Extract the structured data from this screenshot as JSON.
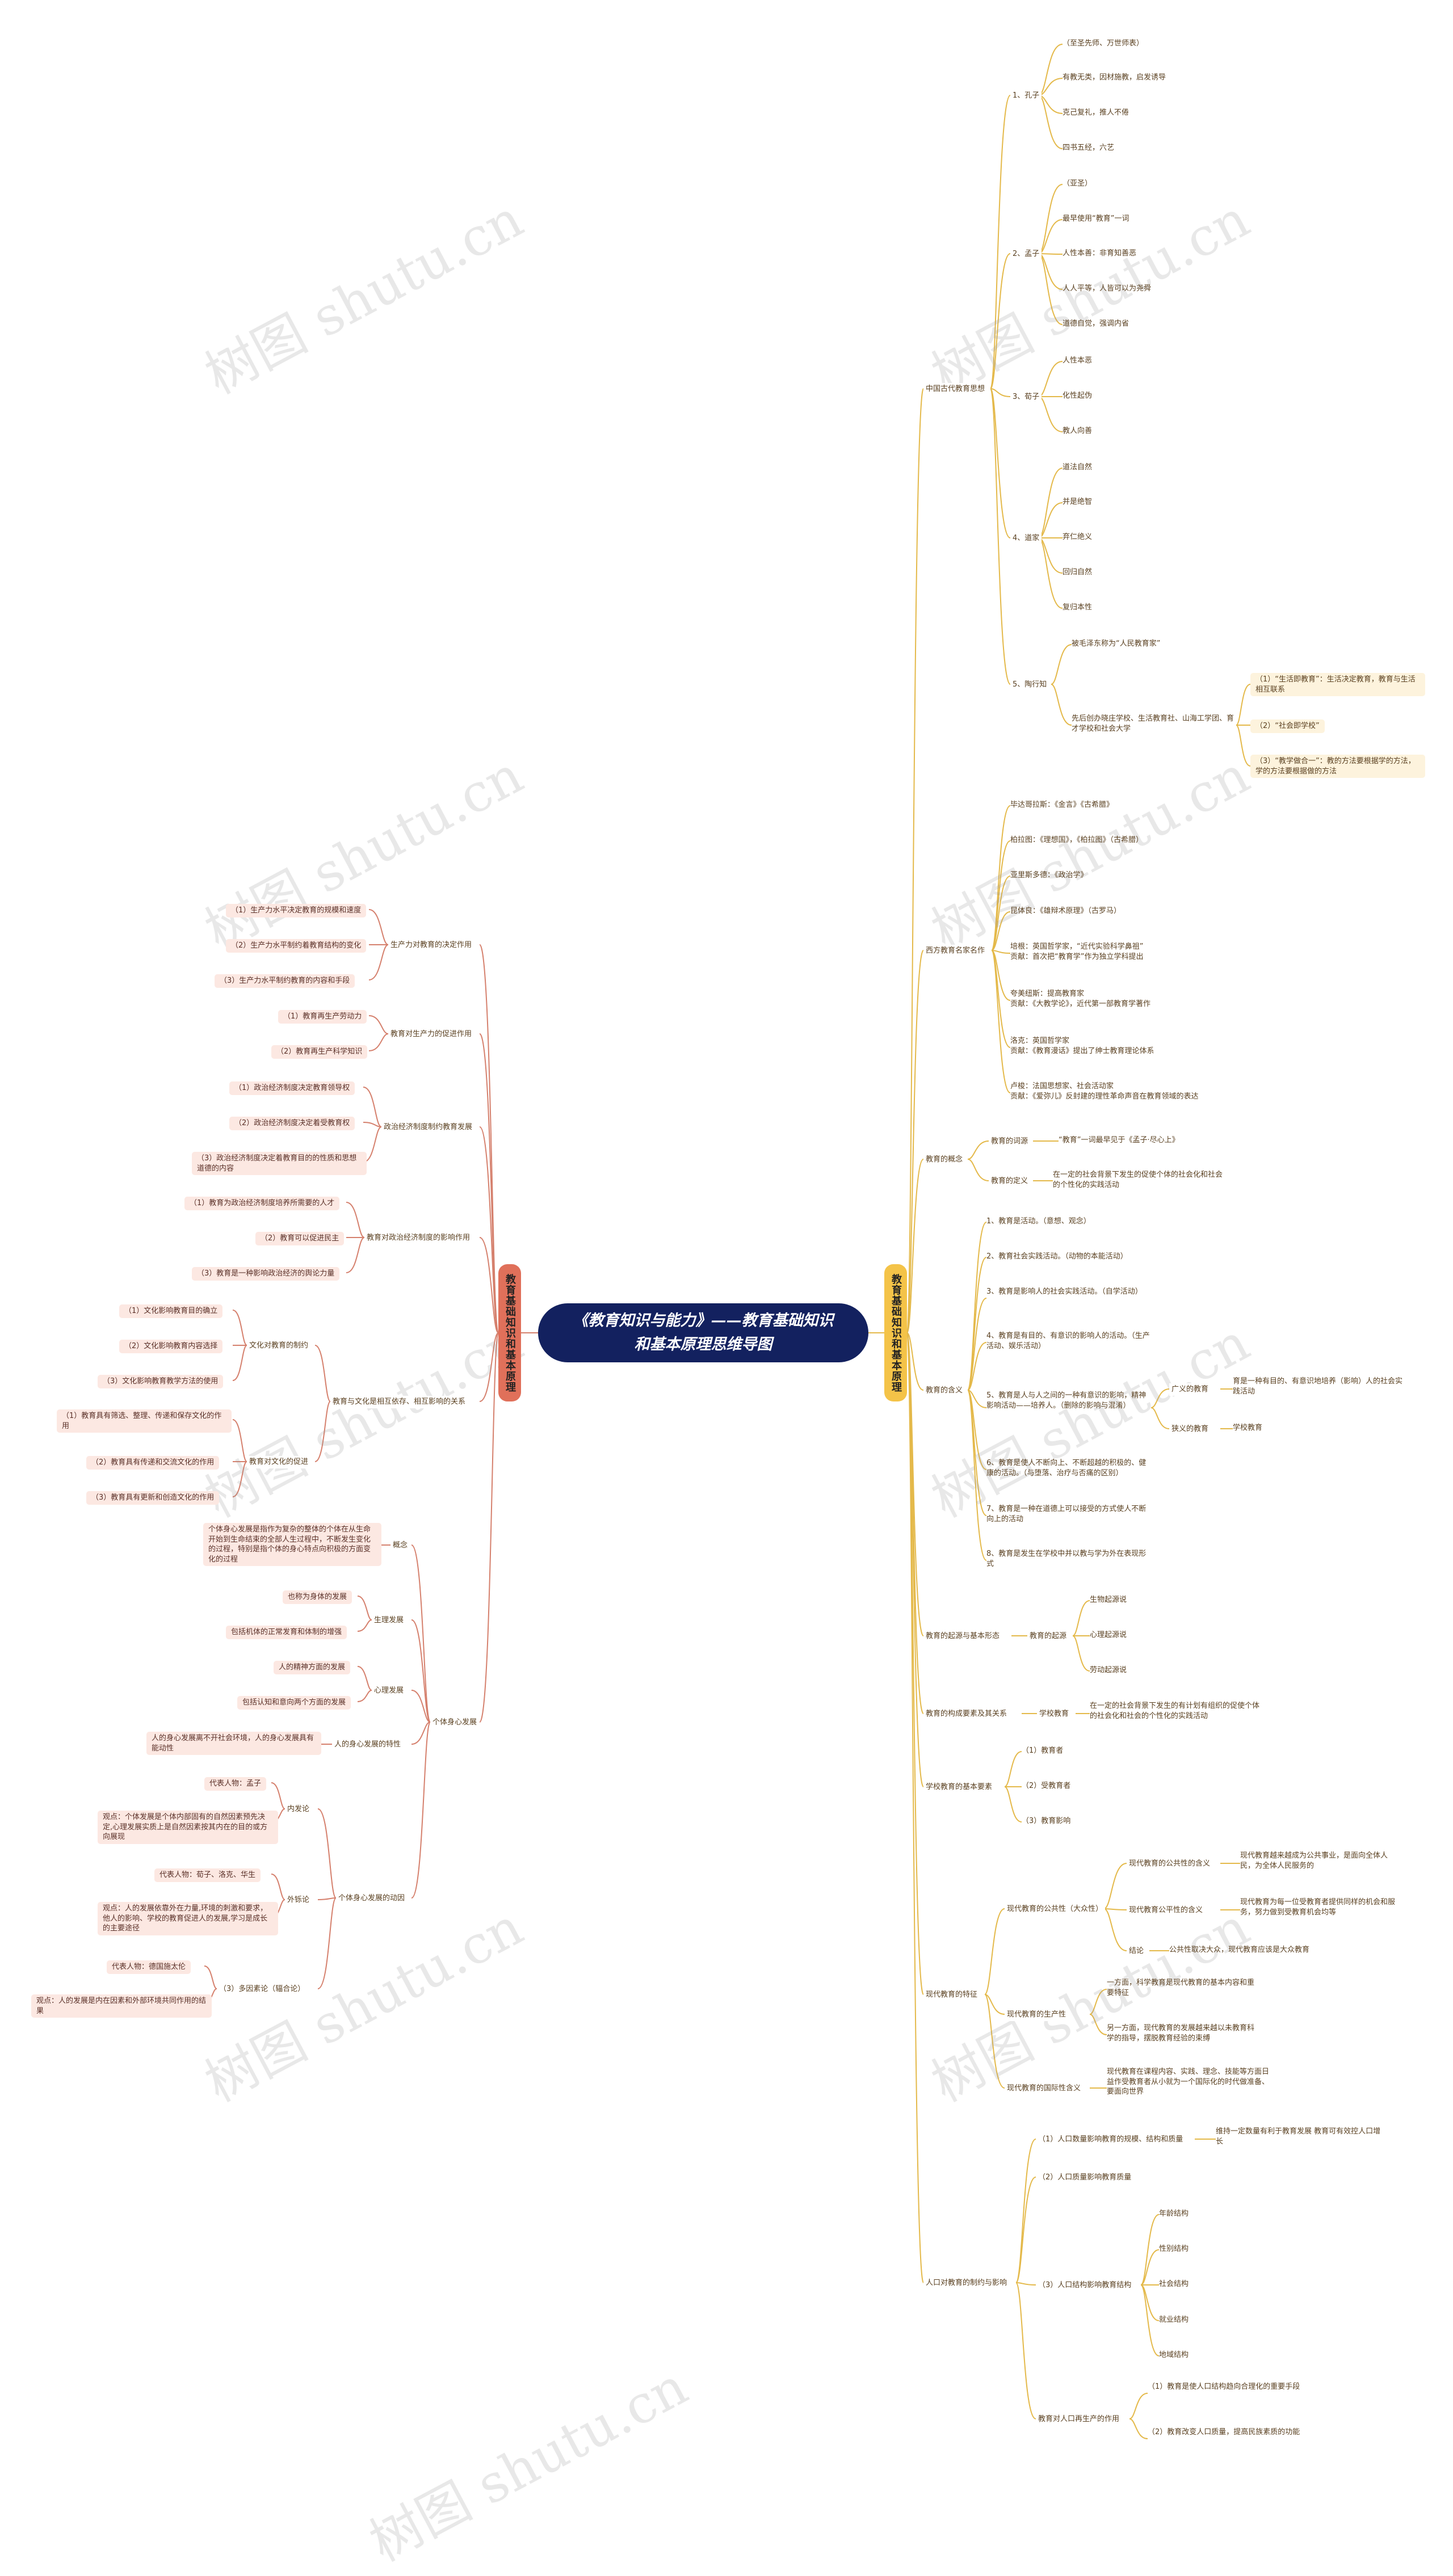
{
  "title": "《教育知识与能力》——教育基础知识和基本原理思维导图",
  "watermark": "树图 shutu.cn",
  "colors": {
    "root": "#13215f",
    "right_branch": "#e4b94a",
    "left_branch": "#d5806d",
    "right_node_bg": "#fdf3dd",
    "left_node_bg": "#fce8e2"
  },
  "branches": {
    "right": {
      "label": "教育基础知识和基本原理",
      "sections": {
        "s1": {
          "label": "中国古代教育思想",
          "kongzi": {
            "label": "1、孔子",
            "items": [
              "（至圣先师、万世师表）",
              "有教无类，因材施教，启发诱导",
              "克己复礼，推人不倦",
              "四书五经，六艺"
            ]
          },
          "mengzi": {
            "label": "2、孟子",
            "items": [
              "（亚圣）",
              "最早使用“教育”一词",
              "人性本善：非育知善恶",
              "人人平等，人皆可以为尧舜",
              "道德自觉，强调内省"
            ]
          },
          "xunzi": {
            "label": "3、荀子",
            "items": [
              "人性本恶",
              "化性起伪",
              "教人向善"
            ]
          },
          "daojia": {
            "label": "4、道家",
            "items": [
              "道法自然",
              "并是绝智",
              "弃仁绝义",
              "回归自然",
              "复归本性"
            ]
          },
          "tao": {
            "label": "5、陶行知",
            "item1": "被毛泽东称为“人民教育家”",
            "item2": "先后创办晓庄学校、生活教育社、山海工学团、育才学校和社会大学",
            "subs": [
              "（1）“生活即教育”：生活决定教育，教育与生活相互联系",
              "（2）“社会即学校”",
              "（3）“教学做合一”：教的方法要根据学的方法，学的方法要根据做的方法"
            ]
          }
        },
        "s2": {
          "label": "西方教育名家名作",
          "items": [
            "毕达哥拉斯：《金言》《古希腊》",
            "柏拉图：《理想国》，《柏拉图》（古希腊）",
            "亚里斯多德：《政治学》",
            "昆体良：《雄辩术原理》（古罗马）",
            "培根：英国哲学家，“近代实验科学鼻祖”\n贡献：首次把“教育学”作为独立学科提出",
            "夸美纽斯：提高教育家\n贡献：《大教学论》，近代第一部教育学著作",
            "洛克：英国哲学家\n贡献：《教育漫话》提出了绅士教育理论体系",
            "卢梭：法国思想家、社会活动家\n贡献：《爱弥儿》反封建的理性革命声音在教育领域的表达"
          ]
        },
        "s3": {
          "label": "教育的概念",
          "word": {
            "label": "教育的词源",
            "item": "“教育”一词最早见于《孟子·尽心上》"
          },
          "def": {
            "label": "教育的定义",
            "item": "在一定的社会背景下发生的促使个体的社会化和社会的个性化的实践活动"
          }
        },
        "s4": {
          "label": "教育的含义",
          "items": [
            "1、教育是活动。（意想、观念）",
            "2、教育社会实践活动。（动物的本能活动）",
            "3、教育是影响人的社会实践活动。（自学活动）",
            "4、教育是有目的、有意识的影响人的活动。（生产活动、娱乐活动）",
            "5、教育是人与人之间的一种有意识的影响，精神影响活动——培养人。（删除的影响与混淆）",
            "6、教育是使人不断向上、不断超越的积极的、健康的活动。（与堕落、治疗与否痛的区别）",
            "7、教育是一种在道德上可以接受的方式使人不断向上的活动",
            "8、教育是发生在学校中并以教与学为外在表现形式"
          ],
          "guangyi": {
            "label": "广义的教育",
            "item": "育是一种有目的、有意识地培养（影响）人的社会实践活动"
          },
          "xiayi": {
            "label": "狭义的教育",
            "item": "学校教育"
          }
        },
        "s5": {
          "label": "教育的起源与基本形态",
          "origin": {
            "label": "教育的起源",
            "items": [
              "生物起源说",
              "心理起源说",
              "劳动起源说"
            ]
          }
        },
        "s6": {
          "label": "教育的构成要素及其关系",
          "school": {
            "label": "学校教育",
            "item": "在一定的社会背景下发生的有计划有组织的促使个体的社会化和社会的个性化的实践活动"
          }
        },
        "s7": {
          "label": "学校教育的基本要素",
          "items": [
            "（1）教育者",
            "（2）受教育者",
            "（3）教育影响"
          ]
        },
        "s8": {
          "label": "现代教育的特征",
          "pub": {
            "label": "现代教育的公共性（大众性）",
            "a": {
              "label": "现代教育的公共性的含义",
              "item": "现代教育越来越成为公共事业，是面向全体人民，为全体人民服务的"
            },
            "b": {
              "label": "现代教育公平性的含义",
              "item": "现代教育为每一位受教育者提供同样的机会和服务，努力做到受教育机会均等"
            },
            "c": {
              "label": "结论",
              "item": "公共性取决大众，现代教育应该是大众教育"
            }
          },
          "prod": {
            "label": "现代教育的生产性",
            "items": [
              "一方面，科学教育是现代教育的基本内容和重要特征",
              "另一方面，现代教育的发展越来越以未教育科学的指导，摆脱教育经验的束缚"
            ]
          },
          "intl": {
            "label": "现代教育的国际性含义",
            "item": "现代教育在课程内容、实践、理念、技能等方面日益作受教育者从小就为一个国际化的时代做准备、要面向世界"
          }
        },
        "s9": {
          "label": "人口对教育的制约与影响",
          "p1": {
            "label": "（1）人口数量影响教育的规模、结构和质量",
            "item": "维持一定数量有利于教育发展 教育可有效控人口增长"
          },
          "p2": {
            "label": "（2）人口质量影响教育质量"
          },
          "p3": {
            "label": "（3）人口结构影响教育结构",
            "items": [
              "年龄结构",
              "性别结构",
              "社会结构",
              "就业结构",
              "地域结构"
            ]
          },
          "p4": {
            "label": "教育对人口再生产的作用",
            "items": [
              "（1）教育是使人口结构趋向合理化的重要手段",
              "（2）教育改变人口质量，提高民族素质的功能"
            ]
          }
        }
      }
    },
    "left": {
      "label": "教育基础知识和基本原理",
      "g1": {
        "label": "生产力对教育的决定作用",
        "items": [
          "（1）生产力水平决定教育的规模和速度",
          "（2）生产力水平制约着教育结构的变化",
          "（3）生产力水平制约教育的内容和手段"
        ]
      },
      "g2": {
        "label": "教育对生产力的促进作用",
        "items": [
          "（1）教育再生产劳动力",
          "（2）教育再生产科学知识"
        ]
      },
      "g3": {
        "label": "政治经济制度制约教育发展",
        "items": [
          "（1）政治经济制度决定教育领导权",
          "（2）政治经济制度决定着受教育权",
          "（3）政治经济制度决定着教育目的的性质和思想道德的内容"
        ]
      },
      "g4": {
        "label": "教育对政治经济制度的影响作用",
        "items": [
          "（1）教育为政治经济制度培养所需要的人才",
          "（2）教育可以促进民主",
          "（3）教育是一种影响政治经济的舆论力量"
        ]
      },
      "g5": {
        "label": "教育与文化是相互依存、相互影响的关系",
        "a": {
          "label": "文化对教育的制约",
          "items": [
            "（1）文化影响教育目的确立",
            "（2）文化影响教育内容选择",
            "（3）文化影响教育教学方法的使用"
          ]
        },
        "b": {
          "label": "教育对文化的促进",
          "items": [
            "（1）教育具有筛选、整理、传递和保存文化的作用",
            "（2）教育具有传递和交流文化的作用",
            "（3）教育具有更新和创造文化的作用"
          ]
        }
      },
      "g6": {
        "label": "个体身心发展",
        "concept": {
          "label": "概念",
          "item": "个体身心发展是指作为复杂的整体的个体在从生命开始到生命结束的全部人生过程中，不断发生变化的过程，特别是指个体的身心特点向积极的方面变化的过程"
        },
        "phys": {
          "label": "生理发展",
          "items": [
            "也称为身体的发展",
            "包括机体的正常发育和体制的增强"
          ]
        },
        "psy": {
          "label": "心理发展",
          "items": [
            "人的精神方面的发展",
            "包括认知和意向两个方面的发展"
          ]
        },
        "feat": {
          "label": "人的身心发展的特性",
          "item": "人的身心发展离不开社会环境，人的身心发展具有能动性"
        },
        "theory": {
          "label": "个体身心发展的动因",
          "inner": {
            "label": "内发论",
            "rep": "代表人物：孟子",
            "view": "观点：个体发展是个体内部固有的自然因素预先决定,心理发展实质上是自然因素按其内在的目的或方向展现"
          },
          "outer": {
            "label": "外铄论",
            "rep": "代表人物：荀子、洛克、华生",
            "view": "观点：人的发展依靠外在力量,环境的刺激和要求，他人的影响、学校的教育促进人的发展,学习是成长的主要途径"
          },
          "multi": {
            "label": "（3）多因素论（辐合论）",
            "rep": "代表人物：德国施太伦",
            "view": "观点：人的发展是内在因素和外部环境共同作用的结果"
          }
        }
      }
    }
  }
}
